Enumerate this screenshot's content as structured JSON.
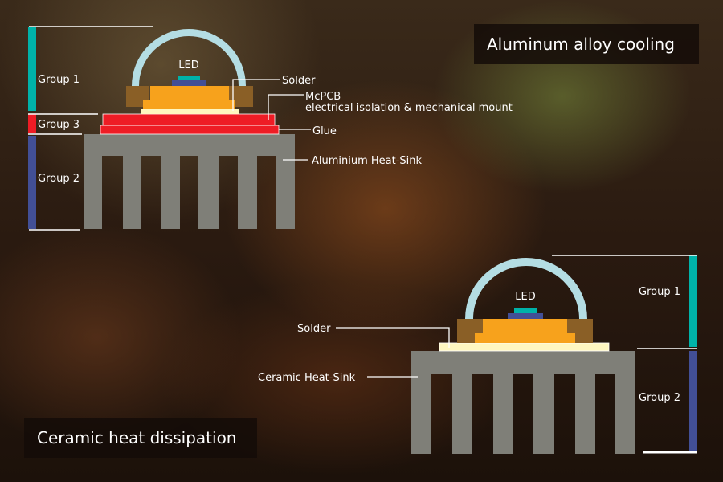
{
  "top_diagram": {
    "title": "Aluminum alloy cooling",
    "groups": {
      "g1": "Group 1",
      "g3": "Group 3",
      "g2": "Group 2"
    },
    "led": "LED",
    "solder": "Solder",
    "mcpcb": "McPCB",
    "mcpcb_desc": "electrical isolation & mechanical mount",
    "glue": "Glue",
    "heatsink": "Aluminium Heat-Sink"
  },
  "bottom_diagram": {
    "title": "Ceramic heat dissipation",
    "groups": {
      "g1": "Group 1",
      "g2": "Group 2"
    },
    "led": "LED",
    "solder": "Solder",
    "heatsink": "Ceramic Heat-Sink"
  },
  "colors": {
    "group1": "#00b2a9",
    "group2": "#424f96",
    "group3": "#ee1c25",
    "dome": "#b4dde3",
    "heatsink": "#7f7f78",
    "pad": "#8a5f26",
    "die": "#f7a21c",
    "solder": "#fff7c0"
  }
}
